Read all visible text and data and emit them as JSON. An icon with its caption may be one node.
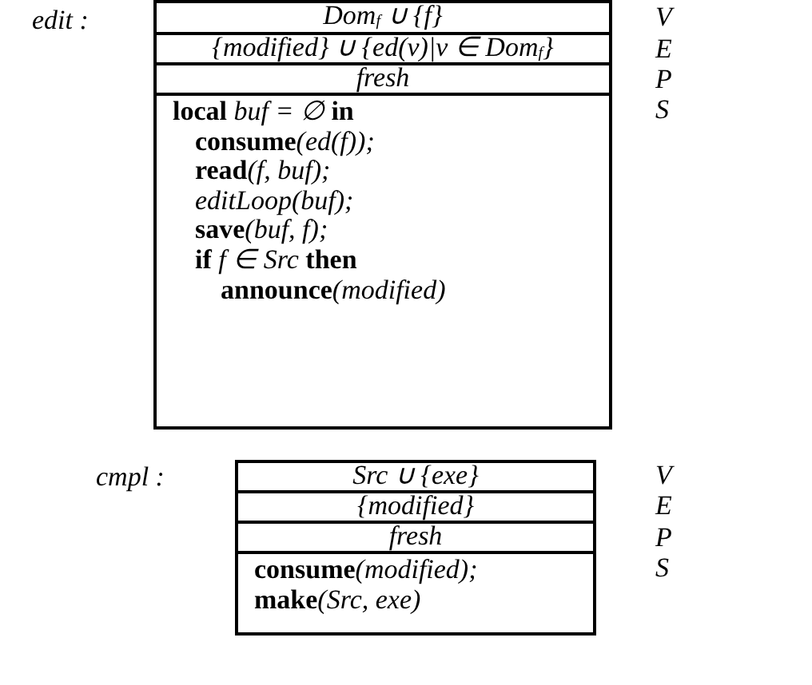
{
  "diagram": {
    "nodes": [
      {
        "text": [
          "Dom$_{f}$ ∪ {f}"
        ],
        "beside": [
          "V"
        ]
      },
      {
        "text": [
          "{modified} ∪ {ed(v)|v ∈ Dom$_{f}$}"
        ],
        "beside": [
          "E"
        ]
      },
      {
        "text": [
          "fresh"
        ],
        "beside": [
          "P"
        ]
      },
      {
        "text": [
          "**local** buf = ∅ **in**",
          "**consume**(ed(f));",
          "**read**(f, buf);",
          "editLoop(buf);",
          "**save**(buf, f);",
          "**if** f ∈ Src **then**",
          "**announce**(modified)"
        ],
        "beside": [
          "S"
        ]
      },
      {
        "text": [
          "Src ∪ {exe}"
        ],
        "beside": [
          "V"
        ]
      },
      {
        "text": [
          "{modified}"
        ],
        "beside": [
          "E"
        ]
      },
      {
        "text": [
          "fresh"
        ],
        "beside": [
          "P"
        ]
      },
      {
        "text": [
          "**consume**(modified);",
          "**make**(Src, exe)"
        ],
        "beside": [
          "S"
        ]
      }
    ],
    "labels": [
      "edit :",
      "cmpl :"
    ]
  }
}
